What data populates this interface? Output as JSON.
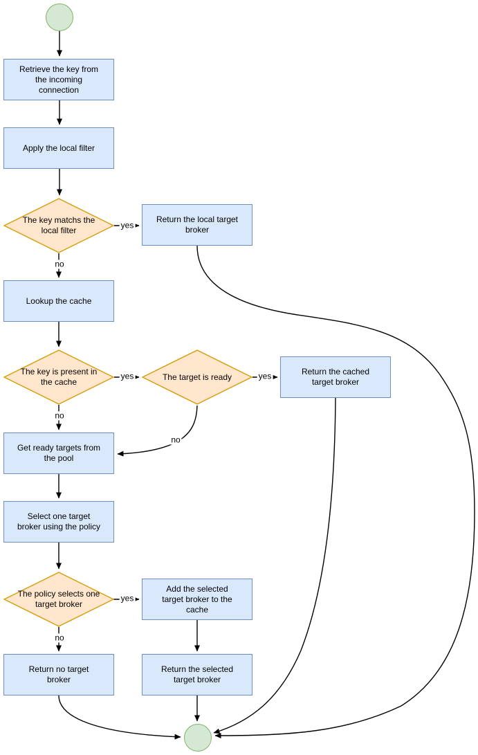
{
  "colors": {
    "process_fill": "#dae8fc",
    "process_stroke": "#6c8ebf",
    "decision_fill": "#ffe6cc",
    "decision_stroke": "#d79b00",
    "terminal_fill": "#d5e8d4",
    "terminal_stroke": "#82b366",
    "edge": "#000000",
    "text": "#000000"
  },
  "nodes": {
    "start": {
      "type": "start-terminal"
    },
    "retrieve_key": {
      "label": "Retrieve the key from\nthe incoming\nconnection"
    },
    "apply_filter": {
      "label": "Apply the local filter"
    },
    "key_matches_filter": {
      "label": "The key matchs the\nlocal filter"
    },
    "return_local": {
      "label": "Return the local target\nbroker"
    },
    "lookup_cache": {
      "label": "Lookup the cache"
    },
    "key_in_cache": {
      "label": "The key is present in\nthe cache"
    },
    "target_ready": {
      "label": "The target is ready"
    },
    "return_cached": {
      "label": "Return the cached\ntarget broker"
    },
    "get_ready_targets": {
      "label": "Get ready targets from\nthe pool"
    },
    "select_broker": {
      "label": "Select one target\nbroker using the policy"
    },
    "policy_selects": {
      "label": "The policy selects one\ntarget broker"
    },
    "add_to_cache": {
      "label": "Add the selected\ntarget broker to the\ncache"
    },
    "return_no": {
      "label": "Return no target\nbroker"
    },
    "return_selected": {
      "label": "Return the selected\ntarget broker"
    },
    "end": {
      "type": "end-terminal"
    }
  },
  "edge_labels": {
    "key_matches_yes": "yes",
    "key_matches_no": "no",
    "key_in_cache_yes": "yes",
    "key_in_cache_no": "no",
    "target_ready_yes": "yes",
    "target_ready_no": "no",
    "policy_selects_yes": "yes",
    "policy_selects_no": "no"
  }
}
